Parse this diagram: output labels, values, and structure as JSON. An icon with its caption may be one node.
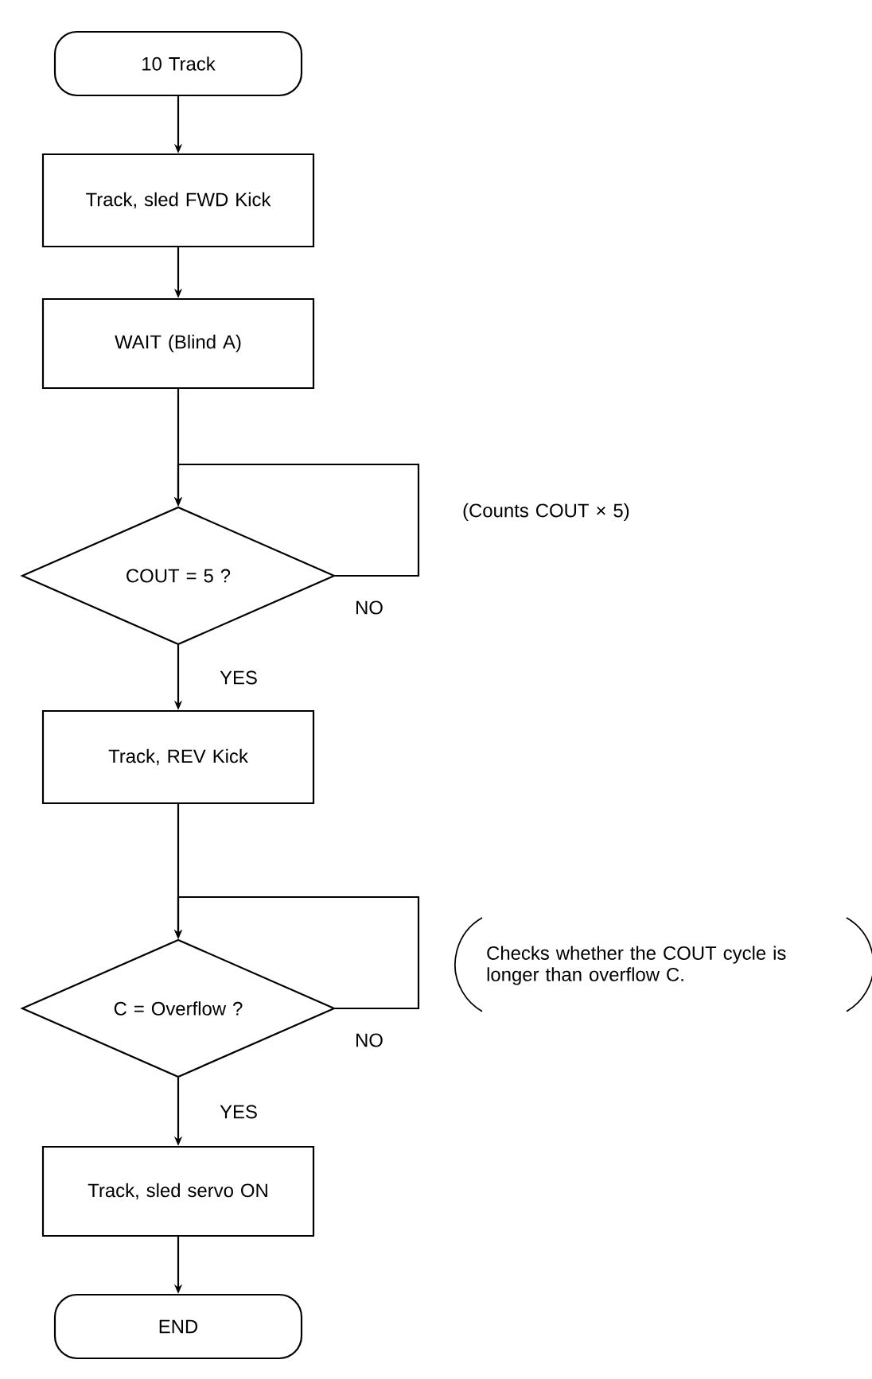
{
  "diagram": {
    "nodes": [
      {
        "text": [
          "10 Track"
        ]
      },
      {
        "text": [
          "Track, sled FWD Kick"
        ]
      },
      {
        "text": [
          "WAIT (Blind A)"
        ]
      },
      {
        "text": [
          "COUT = 5 ?"
        ]
      },
      {
        "text": [
          "Track, REV Kick"
        ]
      },
      {
        "text": [
          "C = Overflow ?"
        ]
      },
      {
        "text": [
          "Track, sled servo ON"
        ]
      },
      {
        "text": [
          "END"
        ]
      }
    ],
    "edges": [
      {
        "from": 0,
        "to": 1,
        "arrow": "to"
      },
      {
        "from": 1,
        "to": 2,
        "arrow": "to"
      },
      {
        "from": 2,
        "to": 3,
        "arrow": "to"
      },
      {
        "from": 3,
        "to": 3,
        "arrow": "to",
        "label": "NO"
      },
      {
        "from": 3,
        "to": 4,
        "arrow": "to",
        "label": "YES"
      },
      {
        "from": 4,
        "to": 5,
        "arrow": "to"
      },
      {
        "from": 5,
        "to": 5,
        "arrow": "to",
        "label": "NO"
      },
      {
        "from": 5,
        "to": 6,
        "arrow": "to",
        "label": "YES"
      },
      {
        "from": 6,
        "to": 7,
        "arrow": "to"
      }
    ],
    "labels": [
      "(Counts COUT × 5)",
      "Checks whether the COUT cycle is longer than overflow C."
    ]
  }
}
